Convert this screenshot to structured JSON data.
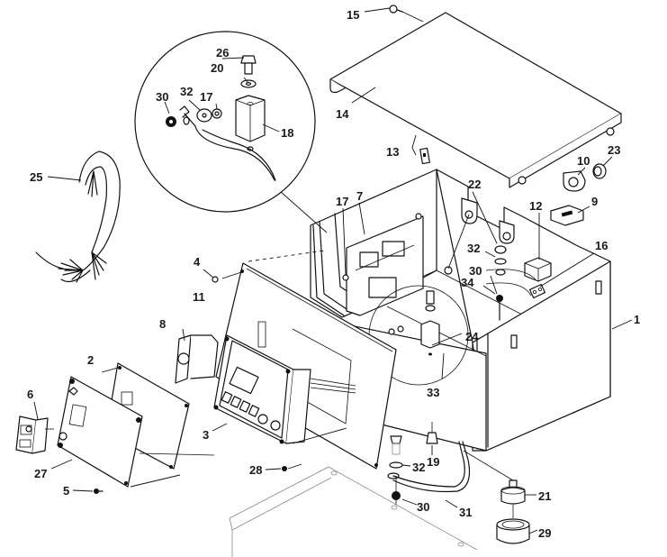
{
  "diagram": {
    "type": "exploded-parts-view",
    "subject": "control box assembly",
    "callouts": [
      {
        "id": "c1",
        "label": "1",
        "part": "enclosure-box"
      },
      {
        "id": "c2",
        "label": "2",
        "part": "mounting-plate"
      },
      {
        "id": "c3",
        "label": "3",
        "part": "control-display-module"
      },
      {
        "id": "c4",
        "label": "4",
        "part": "screw"
      },
      {
        "id": "c5",
        "label": "5",
        "part": "screw"
      },
      {
        "id": "c6",
        "label": "6",
        "part": "rocker-switch"
      },
      {
        "id": "c7",
        "label": "7",
        "part": "circuit-board"
      },
      {
        "id": "c8",
        "label": "8",
        "part": "receptacle"
      },
      {
        "id": "c9",
        "label": "9",
        "part": "hour-meter"
      },
      {
        "id": "c10",
        "label": "10",
        "part": "grommet-bracket"
      },
      {
        "id": "c11",
        "label": "11",
        "part": "front-panel"
      },
      {
        "id": "c12",
        "label": "12",
        "part": "relay"
      },
      {
        "id": "c13",
        "label": "13",
        "part": "clip"
      },
      {
        "id": "c14",
        "label": "14",
        "part": "cover"
      },
      {
        "id": "c15",
        "label": "15",
        "part": "screw"
      },
      {
        "id": "c16",
        "label": "16",
        "part": "terminal-block"
      },
      {
        "id": "c17a",
        "label": "17",
        "part": "nut"
      },
      {
        "id": "c17b",
        "label": "17",
        "part": "nut"
      },
      {
        "id": "c18",
        "label": "18",
        "part": "standoff"
      },
      {
        "id": "c19",
        "label": "19",
        "part": "fitting"
      },
      {
        "id": "c20",
        "label": "20",
        "part": "washer"
      },
      {
        "id": "c21",
        "label": "21",
        "part": "isolator-mount"
      },
      {
        "id": "c22",
        "label": "22",
        "part": "nut"
      },
      {
        "id": "c23",
        "label": "23",
        "part": "grommet"
      },
      {
        "id": "c24",
        "label": "24",
        "part": "ground-strap"
      },
      {
        "id": "c25",
        "label": "25",
        "part": "wiring-harness"
      },
      {
        "id": "c26",
        "label": "26",
        "part": "screw"
      },
      {
        "id": "c27",
        "label": "27",
        "part": "face-plate"
      },
      {
        "id": "c28",
        "label": "28",
        "part": "screw"
      },
      {
        "id": "c29",
        "label": "29",
        "part": "spacer"
      },
      {
        "id": "c30a",
        "label": "30",
        "part": "lock-washer"
      },
      {
        "id": "c30b",
        "label": "30",
        "part": "lock-washer"
      },
      {
        "id": "c30c",
        "label": "30",
        "part": "lock-washer"
      },
      {
        "id": "c31",
        "label": "31",
        "part": "ground-cable"
      },
      {
        "id": "c32a",
        "label": "32",
        "part": "flat-washer"
      },
      {
        "id": "c32b",
        "label": "32",
        "part": "flat-washer"
      },
      {
        "id": "c32c",
        "label": "32",
        "part": "flat-washer"
      },
      {
        "id": "c33",
        "label": "33",
        "part": "ground-strap"
      },
      {
        "id": "c34",
        "label": "34",
        "part": "stud"
      }
    ]
  }
}
